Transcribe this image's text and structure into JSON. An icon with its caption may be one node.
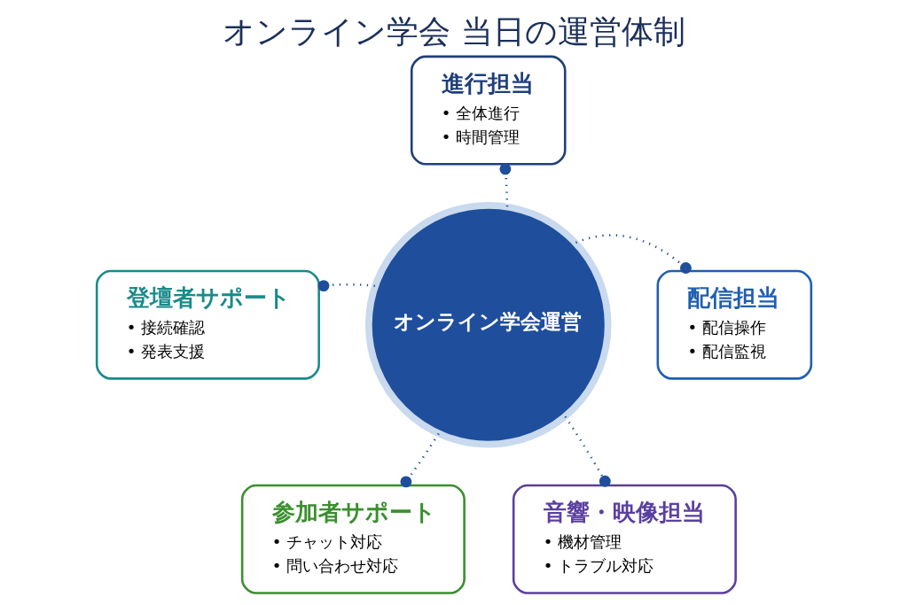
{
  "diagram": {
    "title": "オンライン学会 当日の運営体制",
    "nodes": [
      {
        "text": [
          "オンライン学会運営"
        ]
      },
      {
        "text": [
          "進行担当",
          "• 全体進行",
          "• 時間管理"
        ]
      },
      {
        "text": [
          "登壇者サポート",
          "• 接続確認",
          "• 発表支援"
        ]
      },
      {
        "text": [
          "配信担当",
          "• 配信操作",
          "• 配信監視"
        ]
      },
      {
        "text": [
          "参加者サポート",
          "• チャット対応",
          "• 問い合わせ対応"
        ]
      },
      {
        "text": [
          "音響・映像担当",
          "• 機材管理",
          "• トラブル対応"
        ]
      }
    ],
    "edges": [
      {
        "from": 0,
        "to": 1,
        "arrow": "other"
      },
      {
        "from": 0,
        "to": 2,
        "arrow": "other"
      },
      {
        "from": 0,
        "to": 3,
        "arrow": "other"
      },
      {
        "from": 0,
        "to": 4,
        "arrow": "other"
      },
      {
        "from": 0,
        "to": 5,
        "arrow": "other"
      }
    ]
  }
}
